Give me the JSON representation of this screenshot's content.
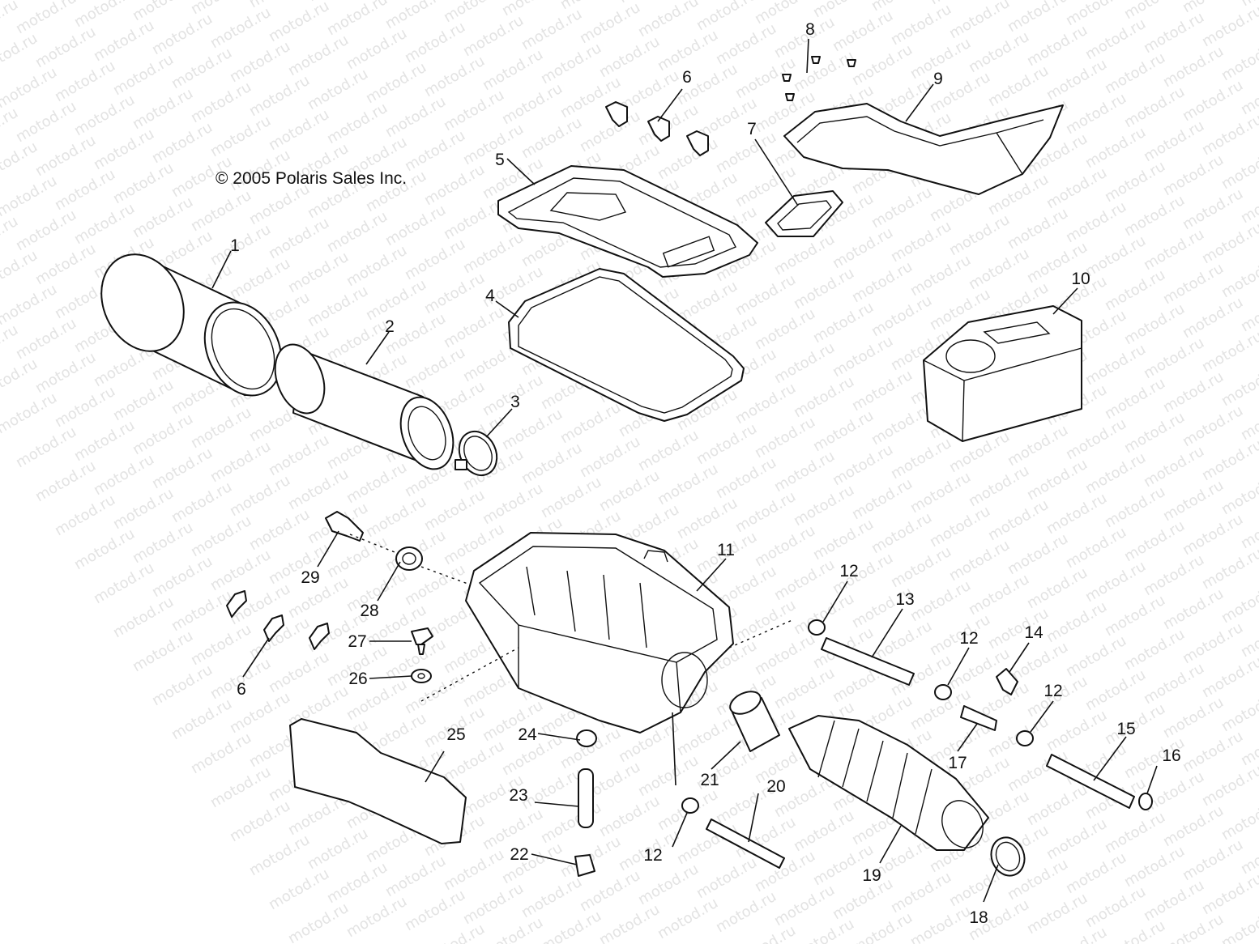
{
  "copyright": "© 2005 Polaris Sales Inc.",
  "watermark": "motod.ru",
  "callouts": [
    "1",
    "2",
    "3",
    "4",
    "5",
    "6",
    "6",
    "7",
    "8",
    "9",
    "10",
    "11",
    "12",
    "12",
    "12",
    "12",
    "13",
    "14",
    "15",
    "16",
    "17",
    "18",
    "19",
    "20",
    "21",
    "22",
    "23",
    "24",
    "25",
    "26",
    "27",
    "28",
    "29"
  ]
}
